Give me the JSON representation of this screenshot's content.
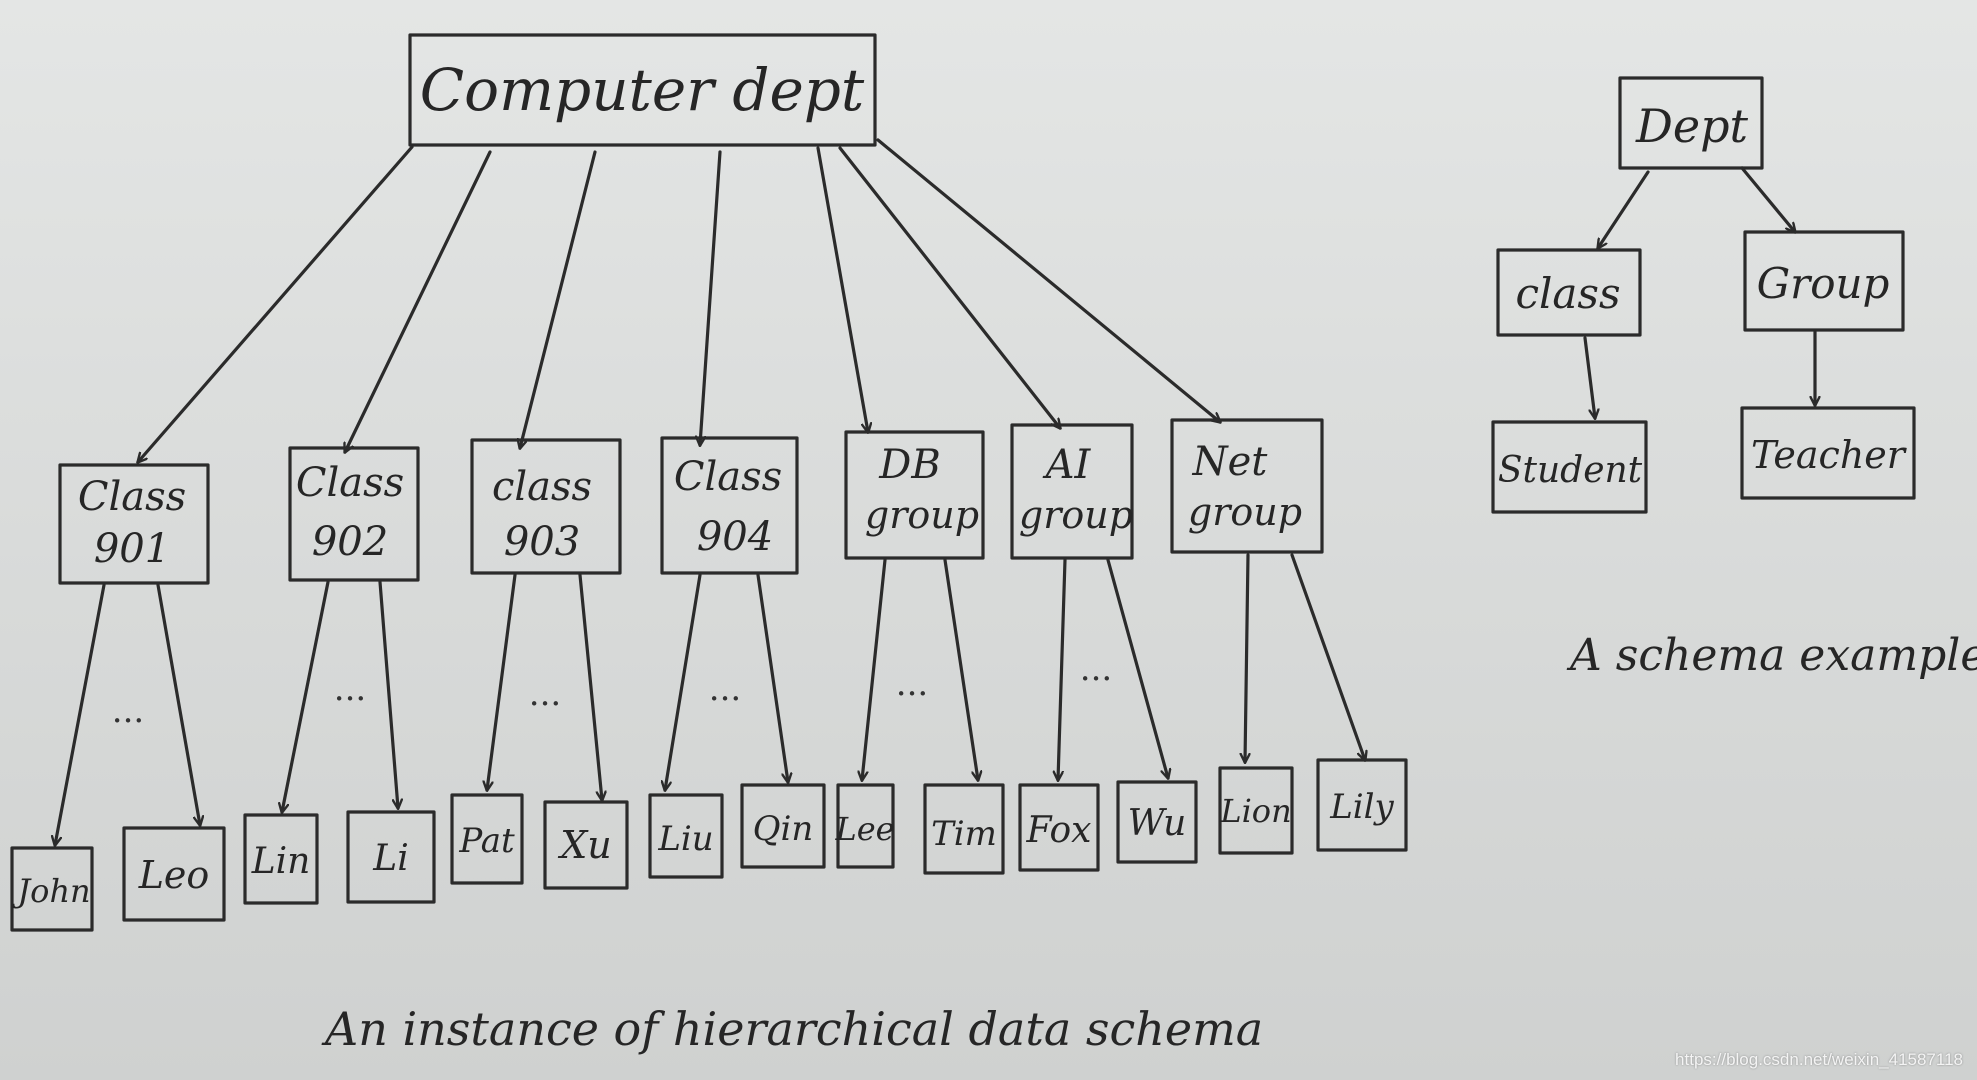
{
  "instance_tree": {
    "root": "Computer dept",
    "units": [
      {
        "label": "Class 901",
        "members": [
          "John",
          "Leo"
        ]
      },
      {
        "label": "Class 902",
        "members": [
          "Lin",
          "Li"
        ]
      },
      {
        "label": "class 903",
        "members": [
          "Pat",
          "Xu"
        ]
      },
      {
        "label": "Class 904",
        "members": [
          "Liu",
          "Qin"
        ]
      },
      {
        "label": "DB group",
        "members": [
          "Lee",
          "Tim"
        ]
      },
      {
        "label": "AI group",
        "members": [
          "Fox",
          "Wu"
        ]
      },
      {
        "label": "Net group",
        "members": [
          "Lion",
          "Lily"
        ]
      }
    ],
    "ellipsis": "...",
    "caption": "An instance of hierarchical data schema"
  },
  "schema_tree": {
    "root": "Dept",
    "left_child": "class",
    "right_child": "Group",
    "left_leaf": "Student",
    "right_leaf": "Teacher",
    "caption": "A schema example"
  },
  "watermark": "https://blog.csdn.net/weixin_41587118",
  "colors": {
    "ink": "#2b2b2b",
    "paper": "#dcdedd"
  }
}
